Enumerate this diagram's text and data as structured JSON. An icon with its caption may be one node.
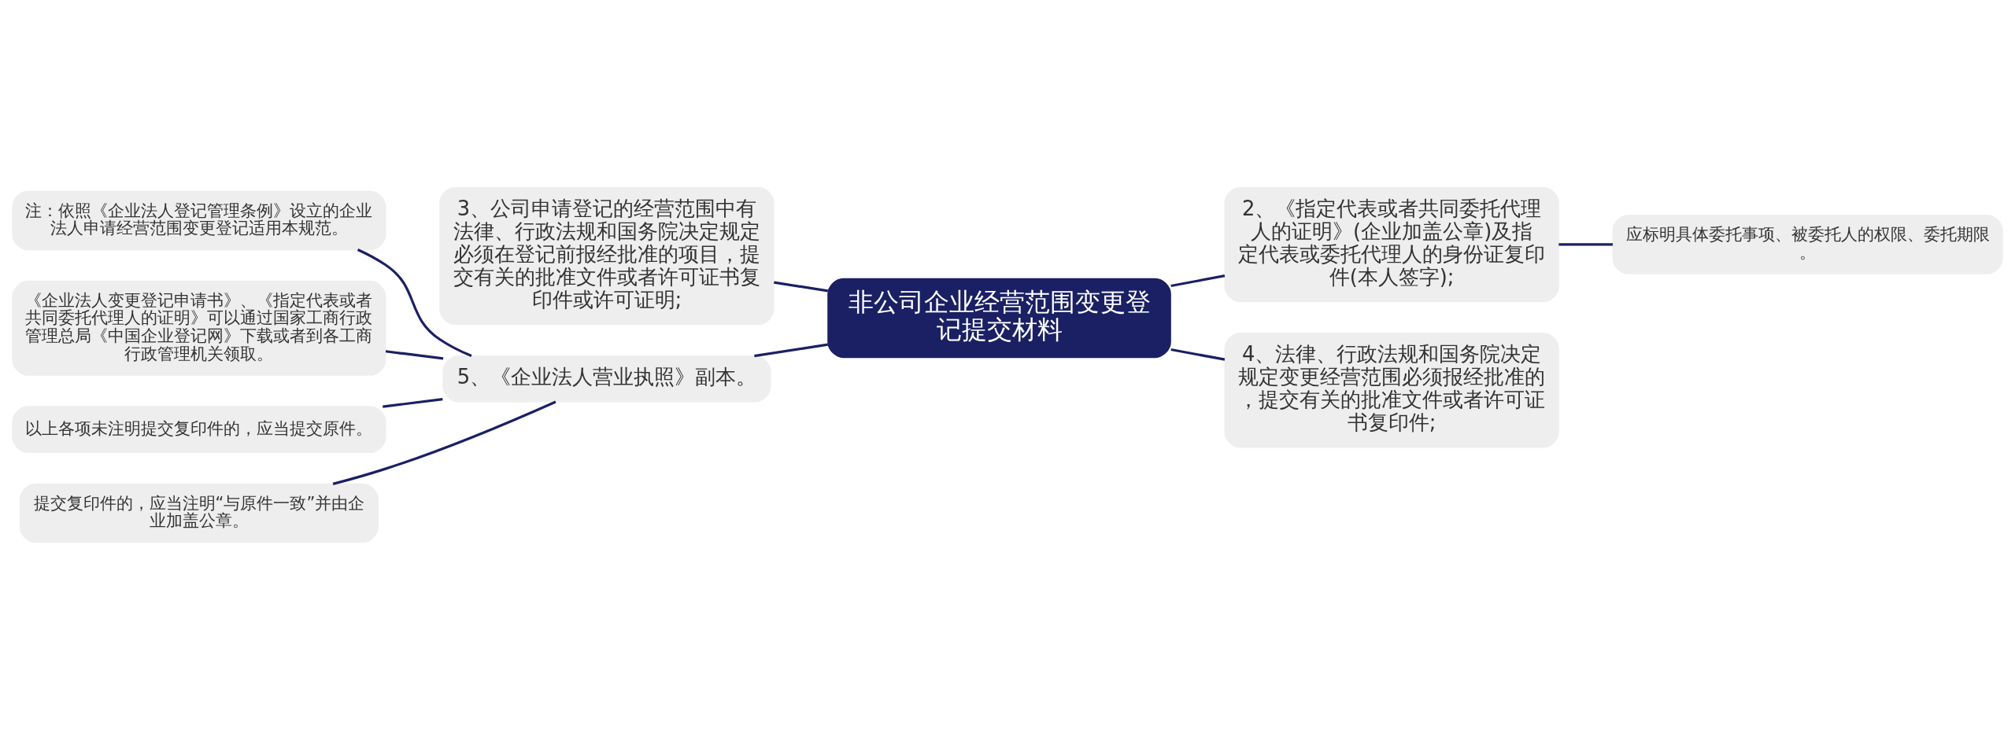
{
  "diagram": {
    "nodes": [
      {
        "text": [
          "非公司企业经营范围变更登记提交材料"
        ]
      },
      {
        "text": [
          "3、公司申请登记的经营范围中有法律、行政法规和国务院决定规定必须在登记前报经批准的项目，提交有关的批准文件或者许可证书复印件或许可证明;"
        ]
      },
      {
        "text": [
          "5、《企业法人营业执照》副本。"
        ]
      },
      {
        "text": [
          "注：依照《企业法人登记管理条例》设立的企业法人申请经营范围变更登记适用本规范。"
        ]
      },
      {
        "text": [
          "《企业法人变更登记申请书》、《指定代表或者共同委托代理人的证明》可以通过国家工商行政管理总局《中国企业登记网》下载或者到各工商行政管理机关领取。"
        ]
      },
      {
        "text": [
          "以上各项未注明提交复印件的，应当提交原件。"
        ]
      },
      {
        "text": [
          "提交复印件的，应当注明“与原件一致”并由企业加盖公章。"
        ]
      },
      {
        "text": [
          "2、《指定代表或者共同委托代理人的证明》(企业加盖公章)及指定代表或委托代理人的身份证复印件(本人签字);"
        ]
      },
      {
        "text": [
          "应标明具体委托事项、被委托人的权限、委托期限。"
        ]
      },
      {
        "text": [
          "4、法律、行政法规和国务院决定规定变更经营范围必须报经批准的，提交有关的批准文件或者许可证书复印件;"
        ]
      }
    ],
    "edges": [
      {
        "from": 0,
        "to": 1,
        "arrow": "none"
      },
      {
        "from": 0,
        "to": 2,
        "arrow": "none"
      },
      {
        "from": 2,
        "to": 3,
        "arrow": "none"
      },
      {
        "from": 2,
        "to": 4,
        "arrow": "none"
      },
      {
        "from": 2,
        "to": 5,
        "arrow": "none"
      },
      {
        "from": 2,
        "to": 6,
        "arrow": "none"
      },
      {
        "from": 0,
        "to": 7,
        "arrow": "none"
      },
      {
        "from": 7,
        "to": 8,
        "arrow": "none"
      },
      {
        "from": 0,
        "to": 9,
        "arrow": "none"
      }
    ]
  }
}
